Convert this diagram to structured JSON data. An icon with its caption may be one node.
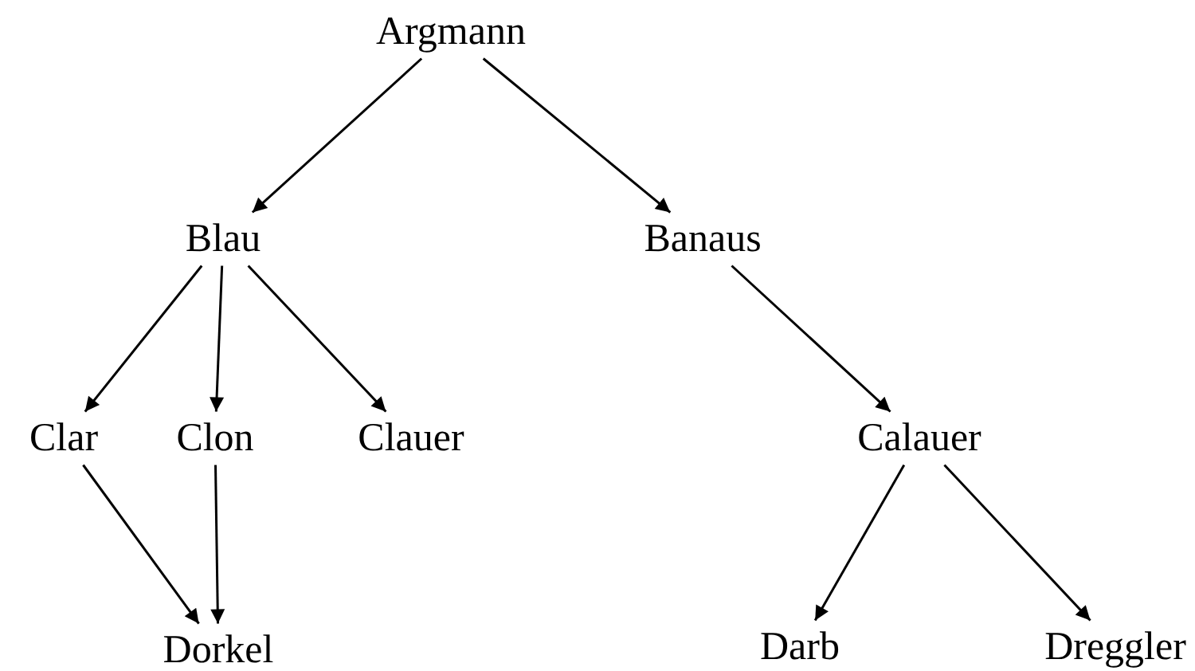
{
  "diagram": {
    "nodes": [
      {
        "text": [
          "Argmann"
        ]
      },
      {
        "text": [
          "Blau"
        ]
      },
      {
        "text": [
          "Banaus"
        ]
      },
      {
        "text": [
          "Clar"
        ]
      },
      {
        "text": [
          "Clon"
        ]
      },
      {
        "text": [
          "Clauer"
        ]
      },
      {
        "text": [
          "Calauer"
        ]
      },
      {
        "text": [
          "Dorkel"
        ]
      },
      {
        "text": [
          "Darb"
        ]
      },
      {
        "text": [
          "Dreggler"
        ]
      }
    ],
    "edges": [
      {
        "from": 0,
        "to": 1,
        "arrow": "to"
      },
      {
        "from": 0,
        "to": 2,
        "arrow": "to"
      },
      {
        "from": 1,
        "to": 3,
        "arrow": "to"
      },
      {
        "from": 1,
        "to": 4,
        "arrow": "to"
      },
      {
        "from": 1,
        "to": 5,
        "arrow": "to"
      },
      {
        "from": 2,
        "to": 6,
        "arrow": "to"
      },
      {
        "from": 3,
        "to": 7,
        "arrow": "to"
      },
      {
        "from": 4,
        "to": 7,
        "arrow": "to"
      },
      {
        "from": 6,
        "to": 8,
        "arrow": "to"
      },
      {
        "from": 6,
        "to": 9,
        "arrow": "to"
      }
    ]
  }
}
